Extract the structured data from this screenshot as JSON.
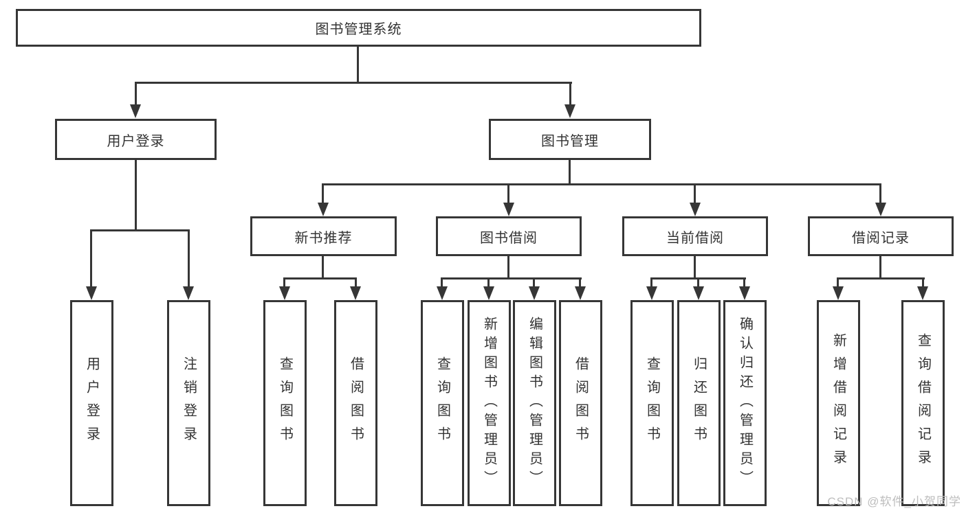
{
  "tree": {
    "label": "图书管理系统",
    "children": [
      {
        "label": "用户登录",
        "children": [
          {
            "label": "用户登录"
          },
          {
            "label": "注销登录"
          }
        ]
      },
      {
        "label": "图书管理",
        "children": [
          {
            "label": "新书推荐",
            "children": [
              {
                "label": "查询图书"
              },
              {
                "label": "借阅图书"
              }
            ]
          },
          {
            "label": "图书借阅",
            "children": [
              {
                "label": "查询图书"
              },
              {
                "label": "新增图书（管理员）"
              },
              {
                "label": "编辑图书（管理员）"
              },
              {
                "label": "借阅图书"
              }
            ]
          },
          {
            "label": "当前借阅",
            "children": [
              {
                "label": "查询图书"
              },
              {
                "label": "归还图书"
              },
              {
                "label": "确认归还（管理员）"
              }
            ]
          },
          {
            "label": "借阅记录",
            "children": [
              {
                "label": "新增借阅记录"
              },
              {
                "label": "查询借阅记录"
              }
            ]
          }
        ]
      }
    ]
  },
  "watermark": "CSDN @软件_小贺同学",
  "colors": {
    "line": "#363636",
    "text": "#333333",
    "watermark": "#bdbdbd",
    "background": "#ffffff"
  }
}
